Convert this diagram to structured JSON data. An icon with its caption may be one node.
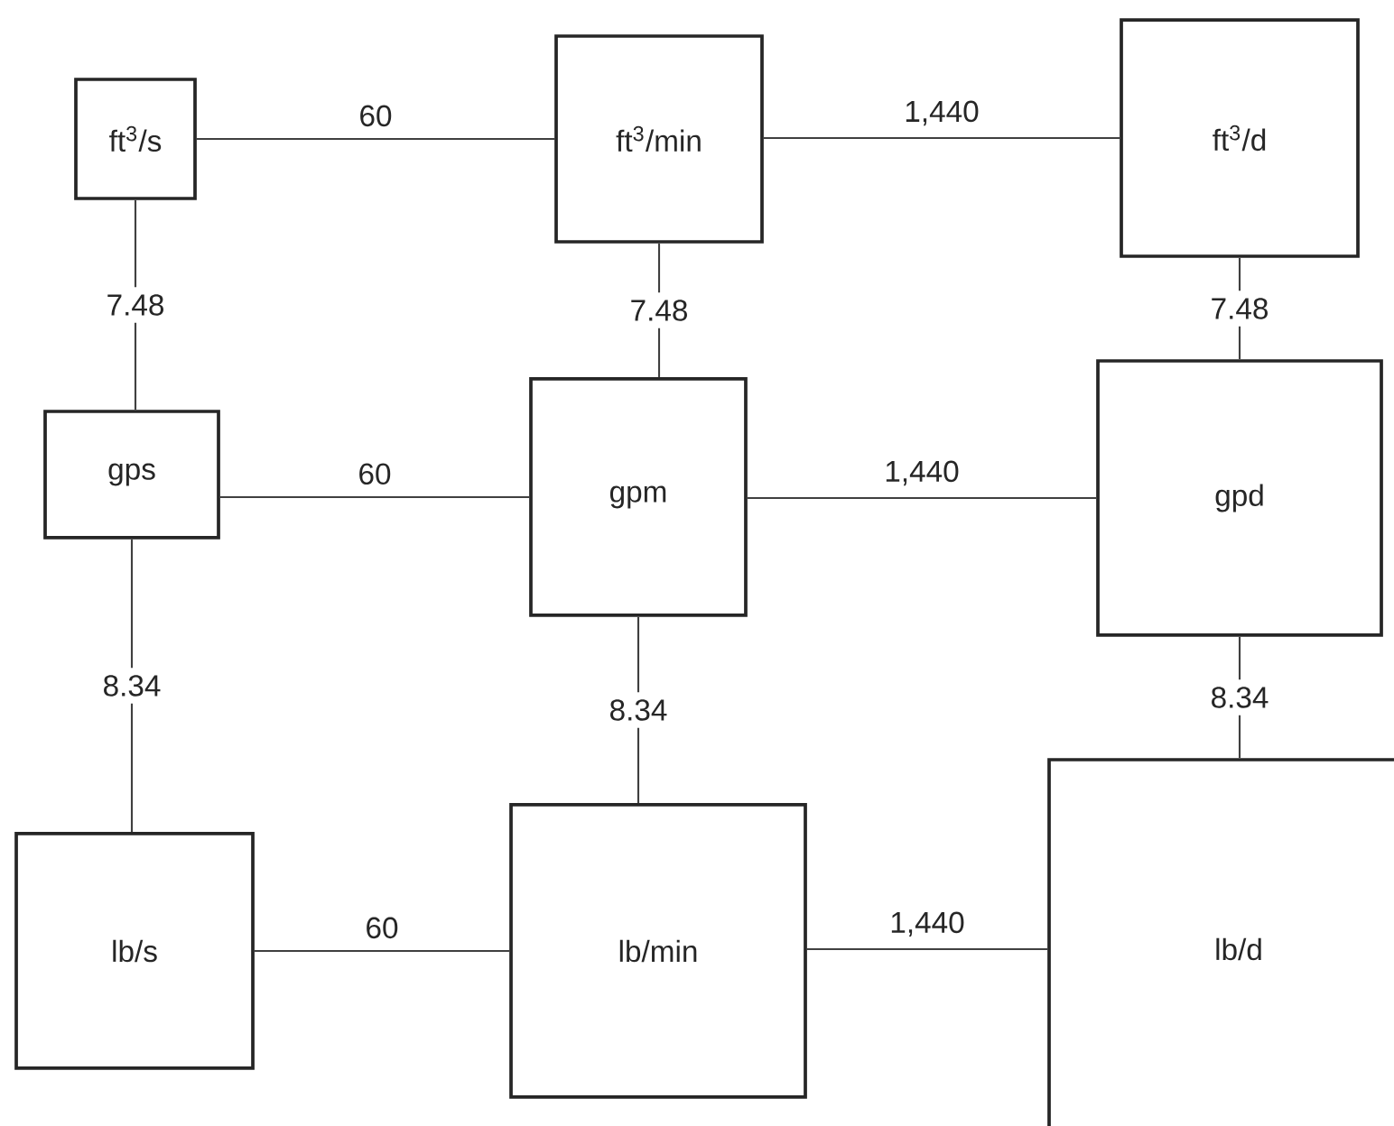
{
  "diagram": {
    "nodes": [
      {
        "text": [
          "ft$^{3}$/s"
        ]
      },
      {
        "text": [
          "ft$^{3}$/min"
        ]
      },
      {
        "text": [
          "ft$^{3}$/d"
        ]
      },
      {
        "text": [
          "gps"
        ]
      },
      {
        "text": [
          "gpm"
        ]
      },
      {
        "text": [
          "gpd"
        ]
      },
      {
        "text": [
          "lb/s"
        ]
      },
      {
        "text": [
          "lb/min"
        ]
      },
      {
        "text": [
          "lb/d"
        ]
      }
    ],
    "edges": [
      {
        "from": 0,
        "to": 1,
        "arrow": "none",
        "label": "60"
      },
      {
        "from": 1,
        "to": 2,
        "arrow": "none",
        "label": "1,440"
      },
      {
        "from": 0,
        "to": 3,
        "arrow": "none",
        "label": "7.48"
      },
      {
        "from": 1,
        "to": 4,
        "arrow": "none",
        "label": "7.48"
      },
      {
        "from": 2,
        "to": 5,
        "arrow": "none",
        "label": "7.48"
      },
      {
        "from": 3,
        "to": 4,
        "arrow": "none",
        "label": "60"
      },
      {
        "from": 4,
        "to": 5,
        "arrow": "none",
        "label": "1,440"
      },
      {
        "from": 3,
        "to": 6,
        "arrow": "none",
        "label": "8.34"
      },
      {
        "from": 4,
        "to": 7,
        "arrow": "none",
        "label": "8.34"
      },
      {
        "from": 5,
        "to": 8,
        "arrow": "none",
        "label": "8.34"
      },
      {
        "from": 6,
        "to": 7,
        "arrow": "none",
        "label": "60"
      },
      {
        "from": 7,
        "to": 8,
        "arrow": "none",
        "label": "1,440"
      }
    ]
  }
}
